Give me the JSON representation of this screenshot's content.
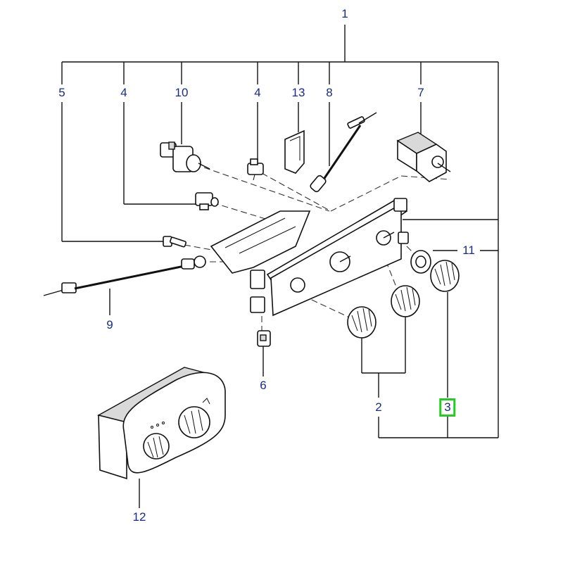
{
  "diagram": {
    "callouts": [
      {
        "id": "1",
        "text": "1"
      },
      {
        "id": "2",
        "text": "2"
      },
      {
        "id": "3",
        "text": "3",
        "highlighted": true
      },
      {
        "id": "4a",
        "text": "4"
      },
      {
        "id": "4b",
        "text": "4"
      },
      {
        "id": "5",
        "text": "5"
      },
      {
        "id": "6",
        "text": "6"
      },
      {
        "id": "7",
        "text": "7"
      },
      {
        "id": "8",
        "text": "8"
      },
      {
        "id": "9",
        "text": "9"
      },
      {
        "id": "10",
        "text": "10"
      },
      {
        "id": "11",
        "text": "11"
      },
      {
        "id": "12",
        "text": "12"
      },
      {
        "id": "13",
        "text": "13"
      }
    ],
    "colors": {
      "callout_text": "#1a2a8a",
      "highlight_border": "#22cc22",
      "line_art": "#111111",
      "background": "#ffffff"
    }
  }
}
